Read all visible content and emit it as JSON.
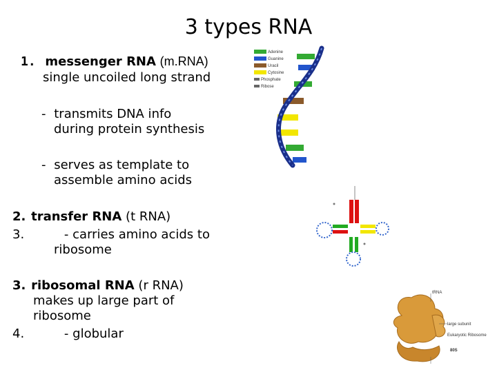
{
  "title": "3 types RNA",
  "sections": [
    {
      "number": "1.",
      "name": "messenger RNA",
      "abbr": "(m.RNA)",
      "lines": [
        "single uncoiled long strand"
      ],
      "bullets": [
        {
          "dash": "-",
          "text": "transmits DNA info",
          "cont": "during protein synthesis"
        },
        {
          "dash": "-",
          "text": "serves as template to",
          "cont": "assemble amino acids"
        }
      ]
    },
    {
      "number": "2.",
      "name": "transfer RNA",
      "abbr": "(t RNA)",
      "number2": "3.",
      "text": "- carries amino acids to",
      "cont": "ribosome"
    },
    {
      "number": "3.",
      "name": "ribosomal RNA",
      "abbr": "(r RNA)",
      "lines": [
        "makes up large part of",
        "ribosome"
      ],
      "number2": "4.",
      "text": "- globular"
    }
  ],
  "mrna_legend": [
    "Adenine",
    "Guanine",
    "Uracil",
    "Cytosine",
    "Phosphate",
    "Ribose"
  ],
  "colors": {
    "adenine": "#33aa33",
    "guanine": "#2255cc",
    "uracil": "#8b5a2b",
    "cytosine": "#f2e600",
    "backbone": "#1a2f8a",
    "trna_red": "#dd1111",
    "trna_green": "#22aa22",
    "ribosome": "#d99a3a"
  },
  "ribosome_labels": [
    "tRNA",
    "large subunit",
    "Eukaryotic Ribosome",
    "80S"
  ]
}
